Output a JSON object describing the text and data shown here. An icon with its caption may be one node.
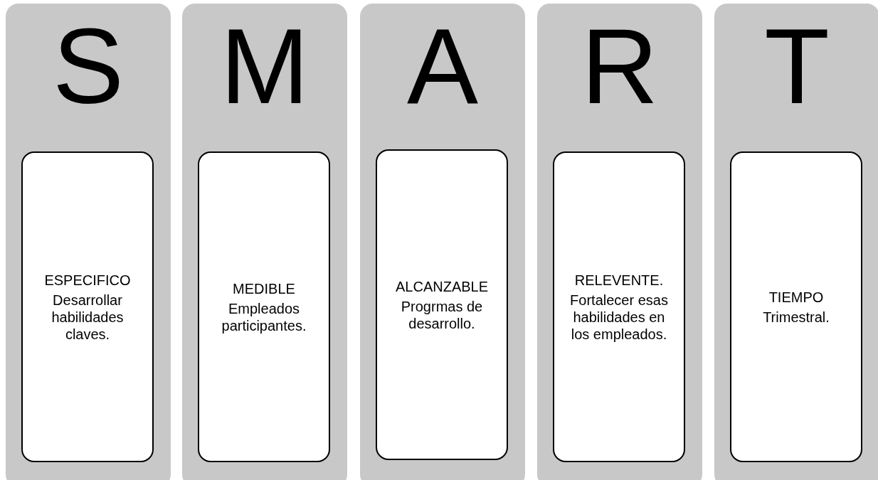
{
  "diagram": {
    "nodes": [
      {
        "text": [
          "S"
        ]
      },
      {
        "text": [
          "ESPECIFICO",
          "Desarrollar habilidades claves."
        ],
        "in": 0
      },
      {
        "text": [
          "M"
        ]
      },
      {
        "text": [
          "MEDIBLE",
          "Empleados participantes."
        ],
        "in": 2
      },
      {
        "text": [
          "A"
        ]
      },
      {
        "text": [
          "ALCANZABLE",
          "Progrmas de desarrollo."
        ],
        "in": 4
      },
      {
        "text": [
          "R"
        ]
      },
      {
        "text": [
          "RELEVENTE.",
          "Fortalecer esas habilidades en los empleados."
        ],
        "in": 6
      },
      {
        "text": [
          "T"
        ]
      },
      {
        "text": [
          "TIEMPO",
          "Trimestral."
        ],
        "in": 8
      }
    ],
    "edges": []
  }
}
